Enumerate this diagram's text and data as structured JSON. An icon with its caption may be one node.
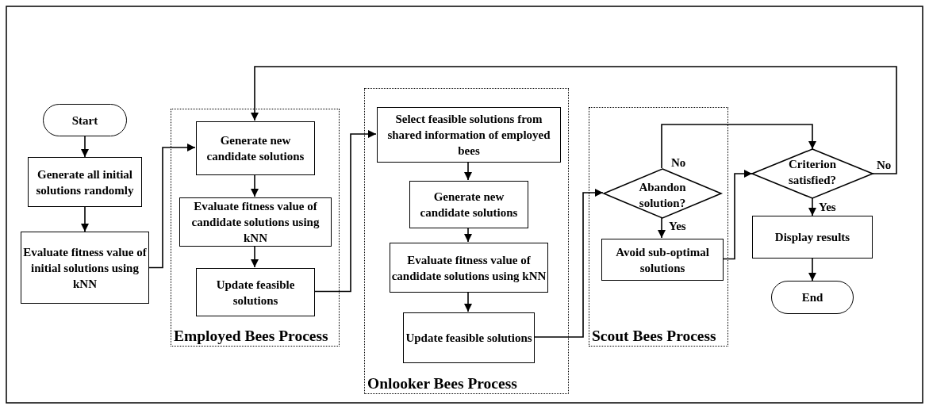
{
  "diagram": {
    "nodes": [
      {
        "text": [
          "Start"
        ]
      },
      {
        "text": [
          "Generate all initial solutions randomly"
        ]
      },
      {
        "text": [
          "Evaluate fitness value of initial solutions using kNN"
        ]
      },
      {
        "text": [
          "Employed Bees Process"
        ]
      },
      {
        "text": [
          "Generate new candidate solutions"
        ],
        "in": 3
      },
      {
        "text": [
          "Evaluate fitness value of candidate solutions using kNN"
        ],
        "in": 3
      },
      {
        "text": [
          "Update feasible solutions"
        ],
        "in": 3
      },
      {
        "text": [
          "Onlooker Bees Process"
        ]
      },
      {
        "text": [
          "Select feasible solutions from shared information of employed bees"
        ],
        "in": 7
      },
      {
        "text": [
          "Generate new candidate solutions"
        ],
        "in": 7
      },
      {
        "text": [
          "Evaluate fitness value of candidate solutions using kNN"
        ],
        "in": 7
      },
      {
        "text": [
          "Update feasible solutions"
        ],
        "in": 7
      },
      {
        "text": [
          "Scout Bees Process"
        ]
      },
      {
        "text": [
          "Abandon solution?"
        ],
        "in": 12
      },
      {
        "text": [
          "Avoid sub-optimal solutions"
        ],
        "in": 12
      },
      {
        "text": [
          "Criterion satisfied?"
        ]
      },
      {
        "text": [
          "Display results"
        ]
      },
      {
        "text": [
          "End"
        ]
      }
    ],
    "edges": [
      {
        "from": 0,
        "to": 1,
        "arrow": "to"
      },
      {
        "from": 1,
        "to": 2,
        "arrow": "to"
      },
      {
        "from": 2,
        "to": 4,
        "arrow": "to"
      },
      {
        "from": 4,
        "to": 5,
        "arrow": "to"
      },
      {
        "from": 5,
        "to": 6,
        "arrow": "to"
      },
      {
        "from": 6,
        "to": 8,
        "arrow": "to"
      },
      {
        "from": 8,
        "to": 9,
        "arrow": "to"
      },
      {
        "from": 9,
        "to": 10,
        "arrow": "to"
      },
      {
        "from": 10,
        "to": 11,
        "arrow": "to"
      },
      {
        "from": 11,
        "to": 13,
        "arrow": "to"
      },
      {
        "from": 13,
        "to": 14,
        "label": "Yes",
        "arrow": "to"
      },
      {
        "from": 13,
        "to": 15,
        "label": "No",
        "arrow": "to"
      },
      {
        "from": 14,
        "to": 15,
        "arrow": "to"
      },
      {
        "from": 15,
        "to": 16,
        "label": "Yes",
        "arrow": "to"
      },
      {
        "from": 16,
        "to": 17,
        "arrow": "to"
      },
      {
        "from": 15,
        "to": 4,
        "label": "No",
        "arrow": "to"
      }
    ]
  }
}
